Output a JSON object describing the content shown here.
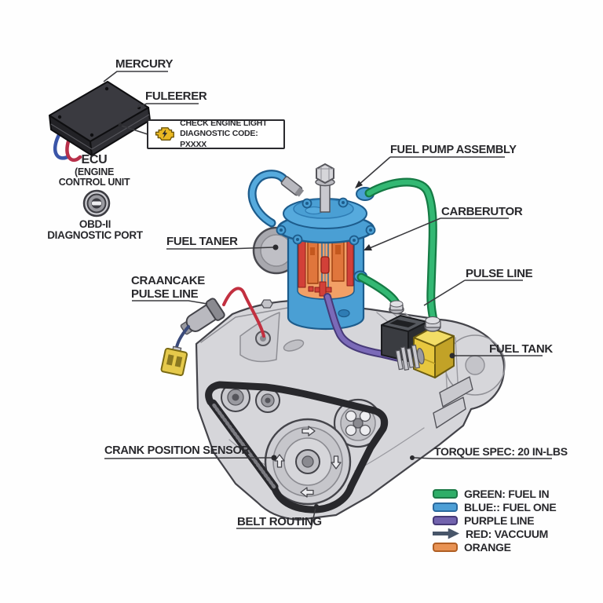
{
  "diagram": {
    "title_context": "engine fuel system diagram",
    "labels": {
      "mercury": "MERCURY",
      "fuleerer": "FULEERER",
      "ecu": "ECU",
      "ecu_sub1": "(ENGINE",
      "ecu_sub2": "CONTROL UNIT",
      "obd_line1": "OBD-II",
      "obd_line2": "DIAGNOSTIC PORT",
      "fuel_taner": "FUEL TANER",
      "craancake_line1": "CRAANCAKE",
      "craancake_line2": "PULSE LINE",
      "fuel_pump_assembly": "FUEL PUMP ASSEMBLY",
      "carberutor": "CARBERUTOR",
      "pulse_line": "PULSE LINE",
      "fuel_tank": "FUEL TANK",
      "crank_position_sensor": "CRANK POSITION SENSOR",
      "belt_routing": "BELT ROUTING",
      "torque_spec": "TORQUE SPEC: 20 IN-LBS"
    },
    "check_engine": {
      "icon": "check-engine-icon",
      "line1": "CHECK ENGINE LIGHT",
      "line2": "DIAGNOSTIC CODE: PXXXX"
    },
    "legend": {
      "items": [
        {
          "label": "GREEN: FUEL IN",
          "color": "#2fae68",
          "shape": "rect"
        },
        {
          "label": "BLUE:: FUEL ONE",
          "color": "#4d9fd6",
          "shape": "rect"
        },
        {
          "label": "PURPLE LINE",
          "color": "#7263ae",
          "shape": "rect"
        },
        {
          "label": "RED: VACCUUM",
          "color": "#475569",
          "shape": "arrow"
        },
        {
          "label": "ORANGE",
          "color": "#e89253",
          "shape": "rect"
        }
      ]
    },
    "colors": {
      "pump_blue": "#56aadd",
      "line_green": "#33b873",
      "line_purple": "#7b6ab8",
      "wire_red": "#c23040",
      "tank_yellow": "#e7c73e",
      "engine_gray": "#d6d6da",
      "ecu_black": "#2e2e33",
      "cutaway_orange": "#f2a066"
    }
  }
}
